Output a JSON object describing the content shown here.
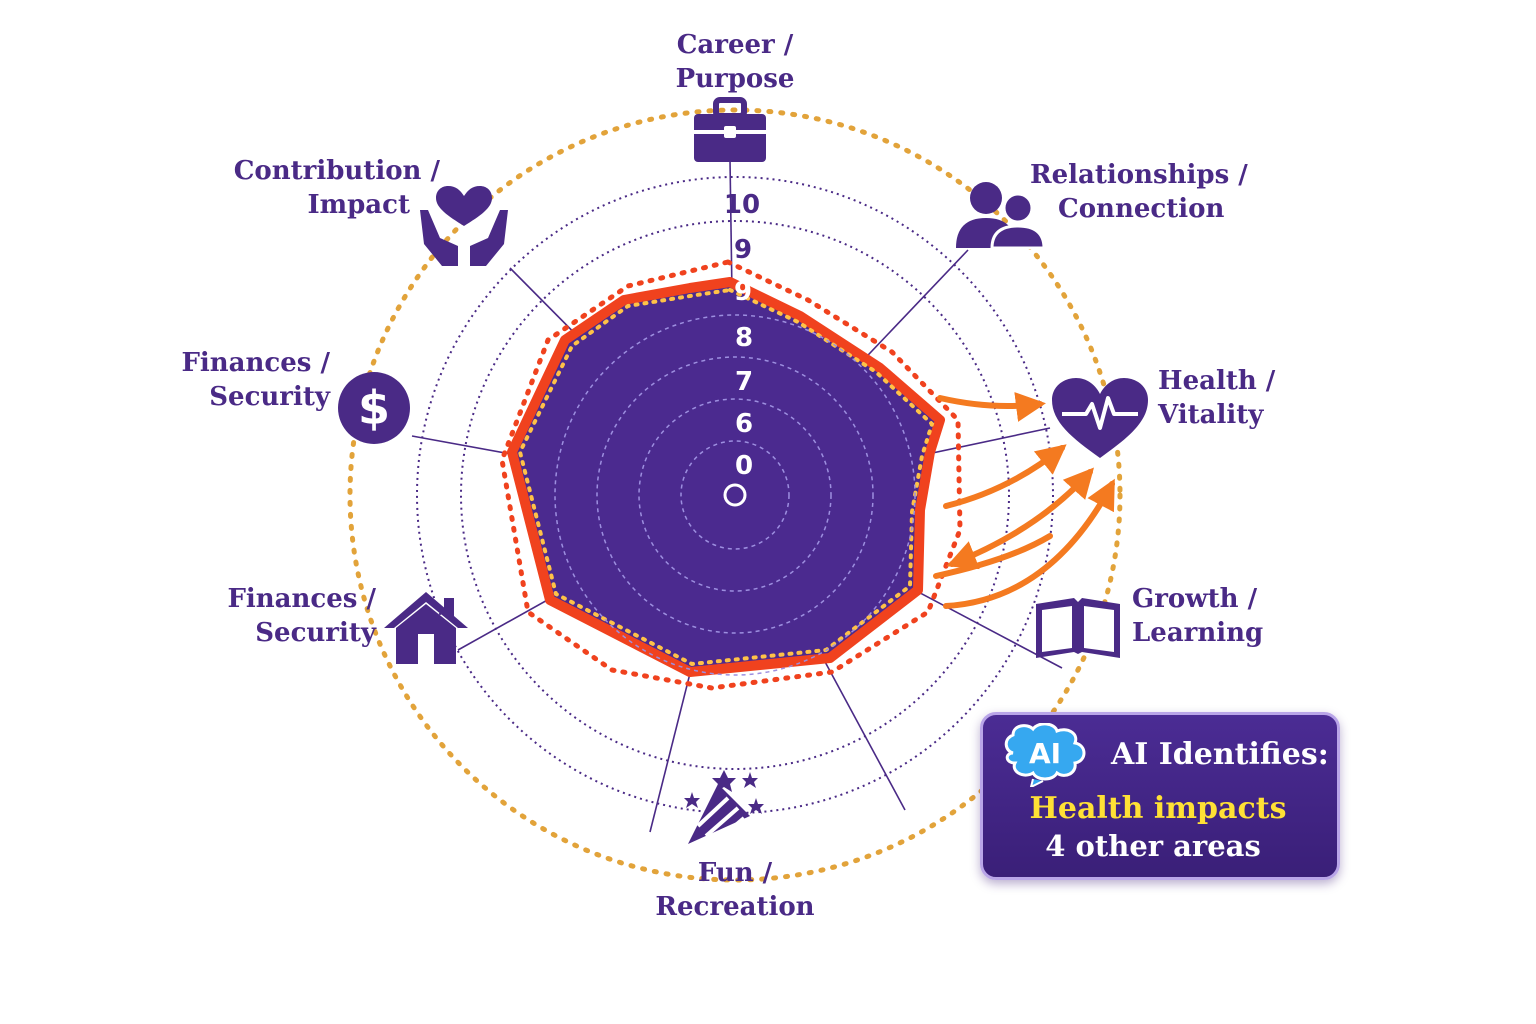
{
  "title": "",
  "scale_ticks": [
    "10",
    "9",
    "9",
    "8",
    "7",
    "6",
    "0"
  ],
  "categories": [
    {
      "id": "career",
      "line1": "Career /",
      "line2": "Purpose",
      "icon": "briefcase-icon"
    },
    {
      "id": "relationships",
      "line1": "Relationships /",
      "line2": "Connection",
      "icon": "people-icon"
    },
    {
      "id": "health",
      "line1": "Health /",
      "line2": "Vitality",
      "icon": "heartbeat-icon"
    },
    {
      "id": "growth",
      "line1": "Growth /",
      "line2": "Learning",
      "icon": "open-book-icon"
    },
    {
      "id": "fun",
      "line1": "Fun /",
      "line2": "Recreation",
      "icon": "party-popper-icon"
    },
    {
      "id": "home",
      "line1": "Finances /",
      "line2": "Security",
      "icon": "house-icon"
    },
    {
      "id": "finances",
      "line1": "Finances /",
      "line2": "Security",
      "icon": "dollar-icon"
    },
    {
      "id": "contribution",
      "line1": "Contribution /",
      "line2": "Impact",
      "icon": "heart-hands-icon"
    }
  ],
  "ai_box": {
    "badge": "AI",
    "heading": "AI Identifies:",
    "line1": "Health impacts",
    "line2": "4 other areas"
  },
  "colors": {
    "purple": "#4a2a86",
    "fill": "#4b2a8f",
    "outline": "#f0421e",
    "gold": "#e2a33a",
    "orange": "#f47a20",
    "yellow": "#ffe135"
  }
}
